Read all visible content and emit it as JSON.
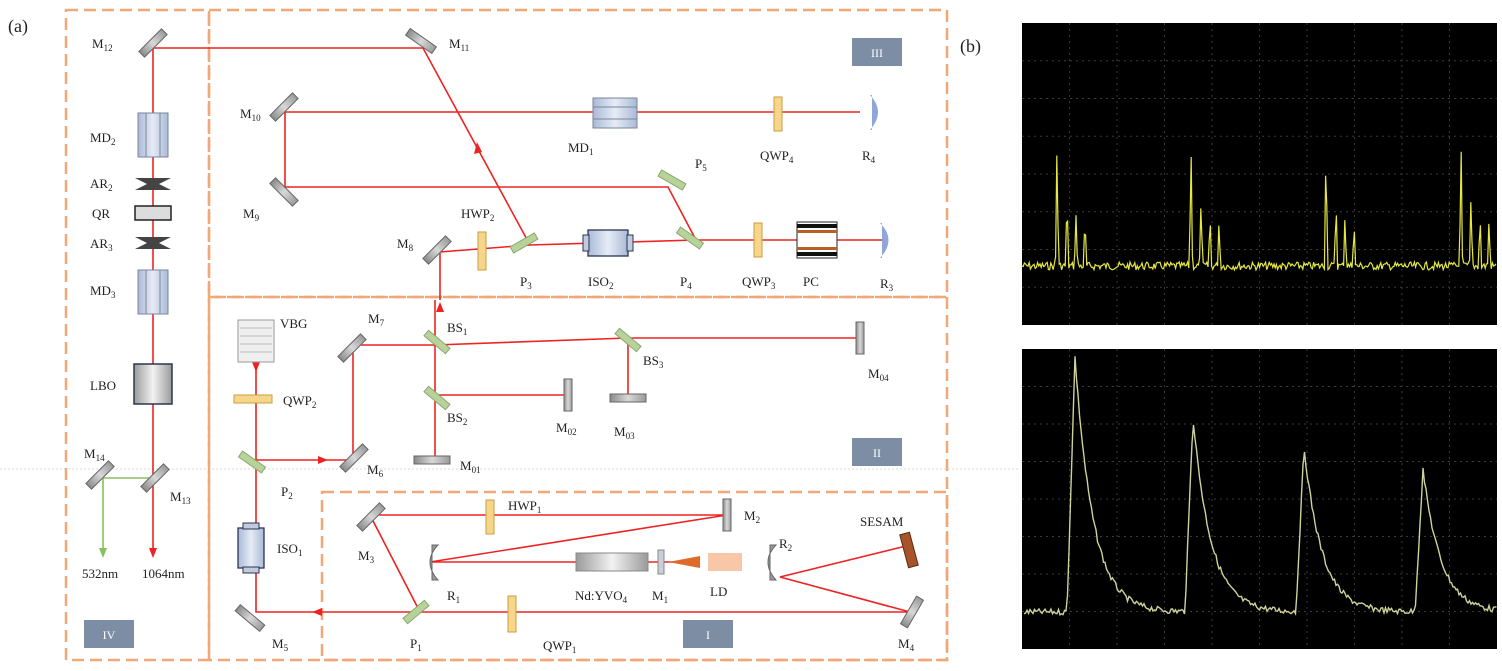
{
  "panels": {
    "a": "(a)",
    "b": "(b)"
  },
  "sections": [
    "I",
    "II",
    "III",
    "IV"
  ],
  "components": {
    "M12": {
      "base": "M",
      "sub": "12"
    },
    "M11": {
      "base": "M",
      "sub": "11"
    },
    "M10": {
      "base": "M",
      "sub": "10"
    },
    "M9": {
      "base": "M",
      "sub": "9"
    },
    "M8": {
      "base": "M",
      "sub": "8"
    },
    "M7": {
      "base": "M",
      "sub": "7"
    },
    "M6": {
      "base": "M",
      "sub": "6"
    },
    "M5": {
      "base": "M",
      "sub": "5"
    },
    "M4": {
      "base": "M",
      "sub": "4"
    },
    "M3": {
      "base": "M",
      "sub": "3"
    },
    "M2": {
      "base": "M",
      "sub": "2"
    },
    "M1": {
      "base": "M",
      "sub": "1"
    },
    "M13": {
      "base": "M",
      "sub": "13"
    },
    "M14": {
      "base": "M",
      "sub": "14"
    },
    "M01": {
      "base": "M",
      "sub": "01"
    },
    "M02": {
      "base": "M",
      "sub": "02"
    },
    "M03": {
      "base": "M",
      "sub": "03"
    },
    "M04": {
      "base": "M",
      "sub": "04"
    },
    "MD1": {
      "base": "MD",
      "sub": "1"
    },
    "MD2": {
      "base": "MD",
      "sub": "2"
    },
    "MD3": {
      "base": "MD",
      "sub": "3"
    },
    "AR2": {
      "base": "AR",
      "sub": "2"
    },
    "AR3": {
      "base": "AR",
      "sub": "3"
    },
    "QR": {
      "base": "QR",
      "sub": ""
    },
    "LBO": {
      "base": "LBO",
      "sub": ""
    },
    "QWP1": {
      "base": "QWP",
      "sub": "1"
    },
    "QWP2": {
      "base": "QWP",
      "sub": "2"
    },
    "QWP3": {
      "base": "QWP",
      "sub": "3"
    },
    "QWP4": {
      "base": "QWP",
      "sub": "4"
    },
    "HWP1": {
      "base": "HWP",
      "sub": "1"
    },
    "HWP2": {
      "base": "HWP",
      "sub": "2"
    },
    "P1": {
      "base": "P",
      "sub": "1"
    },
    "P2": {
      "base": "P",
      "sub": "2"
    },
    "P3": {
      "base": "P",
      "sub": "3"
    },
    "P4": {
      "base": "P",
      "sub": "4"
    },
    "P5": {
      "base": "P",
      "sub": "5"
    },
    "ISO1": {
      "base": "ISO",
      "sub": "1"
    },
    "ISO2": {
      "base": "ISO",
      "sub": "2"
    },
    "BS1": {
      "base": "BS",
      "sub": "1"
    },
    "BS2": {
      "base": "BS",
      "sub": "2"
    },
    "BS3": {
      "base": "BS",
      "sub": "3"
    },
    "R1": {
      "base": "R",
      "sub": "1"
    },
    "R2": {
      "base": "R",
      "sub": "2"
    },
    "R3": {
      "base": "R",
      "sub": "3"
    },
    "R4": {
      "base": "R",
      "sub": "4"
    },
    "PC": {
      "base": "PC",
      "sub": ""
    },
    "VBG": {
      "base": "VBG",
      "sub": ""
    },
    "SESAM": {
      "base": "SESAM",
      "sub": ""
    },
    "LD": {
      "base": "LD",
      "sub": ""
    },
    "NdYVO4": {
      "base": "Nd:YVO",
      "sub": "4"
    }
  },
  "outputs": {
    "green": "532nm",
    "ir": "1064nm"
  },
  "colors": {
    "beam": "#ee2222",
    "green_beam": "#88c060",
    "frame": "#f0a878",
    "badge": "#7d8da3",
    "scope_bg": "#000000",
    "trace_top": "#e6e840",
    "trace_bottom": "#cfd29a"
  }
}
